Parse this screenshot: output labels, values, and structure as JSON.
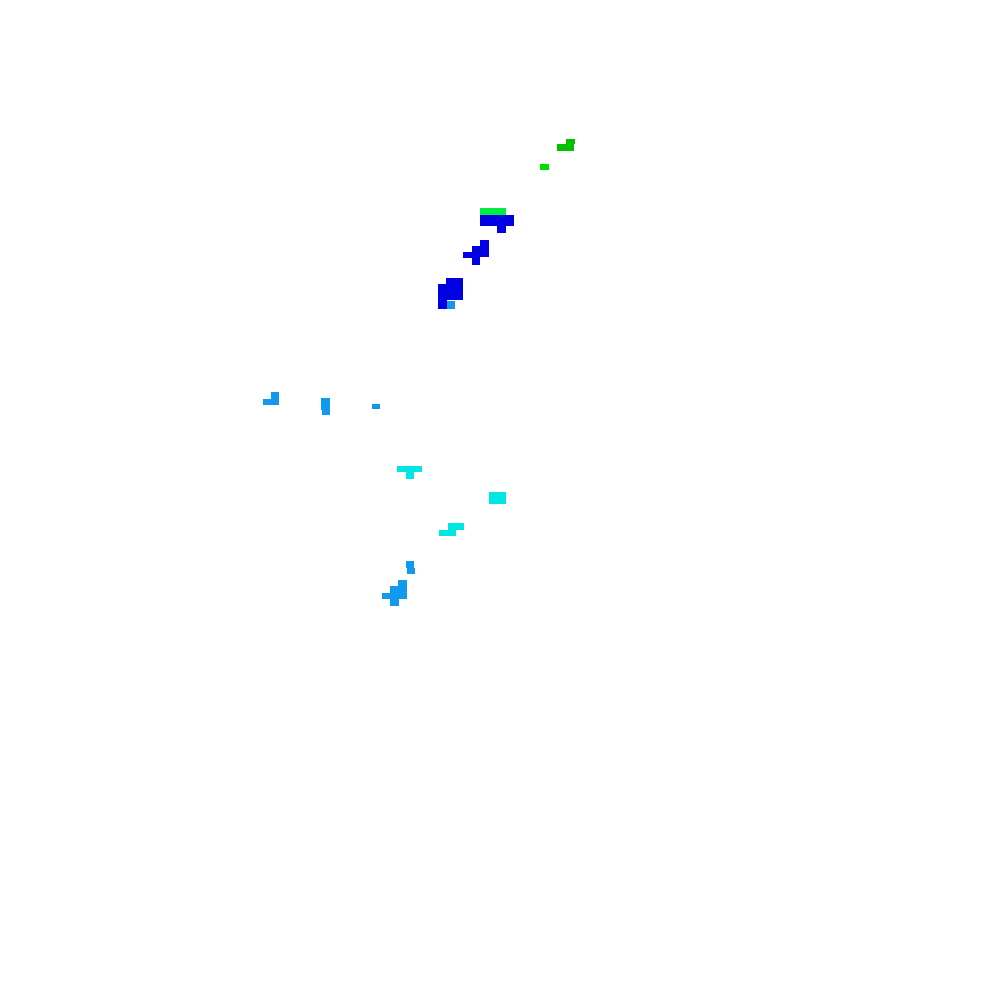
{
  "colors": {
    "background": "#ffffff",
    "dark_green": "#00c000",
    "bright_green": "#00ee44",
    "blue": "#0000e0",
    "sky_blue": "#1199ee",
    "cyan": "#00e5e5"
  },
  "clusters": [
    {
      "name": "green-cluster-1",
      "color_key": "dark_green"
    },
    {
      "name": "green-cluster-2",
      "color_key": "dark_green"
    },
    {
      "name": "green-cluster-3",
      "color_key": "bright_green"
    },
    {
      "name": "blue-cluster-1",
      "color_key": "blue"
    },
    {
      "name": "blue-cluster-2",
      "color_key": "blue"
    },
    {
      "name": "blue-cluster-3",
      "color_key": "blue"
    },
    {
      "name": "sky-cluster-1",
      "color_key": "sky_blue"
    },
    {
      "name": "sky-cluster-2",
      "color_key": "sky_blue"
    },
    {
      "name": "sky-cluster-3",
      "color_key": "sky_blue"
    },
    {
      "name": "cyan-cluster-1",
      "color_key": "cyan"
    },
    {
      "name": "cyan-cluster-2",
      "color_key": "cyan"
    },
    {
      "name": "cyan-cluster-3",
      "color_key": "cyan"
    },
    {
      "name": "sky-cluster-4",
      "color_key": "sky_blue"
    },
    {
      "name": "sky-cluster-5",
      "color_key": "sky_blue"
    }
  ]
}
